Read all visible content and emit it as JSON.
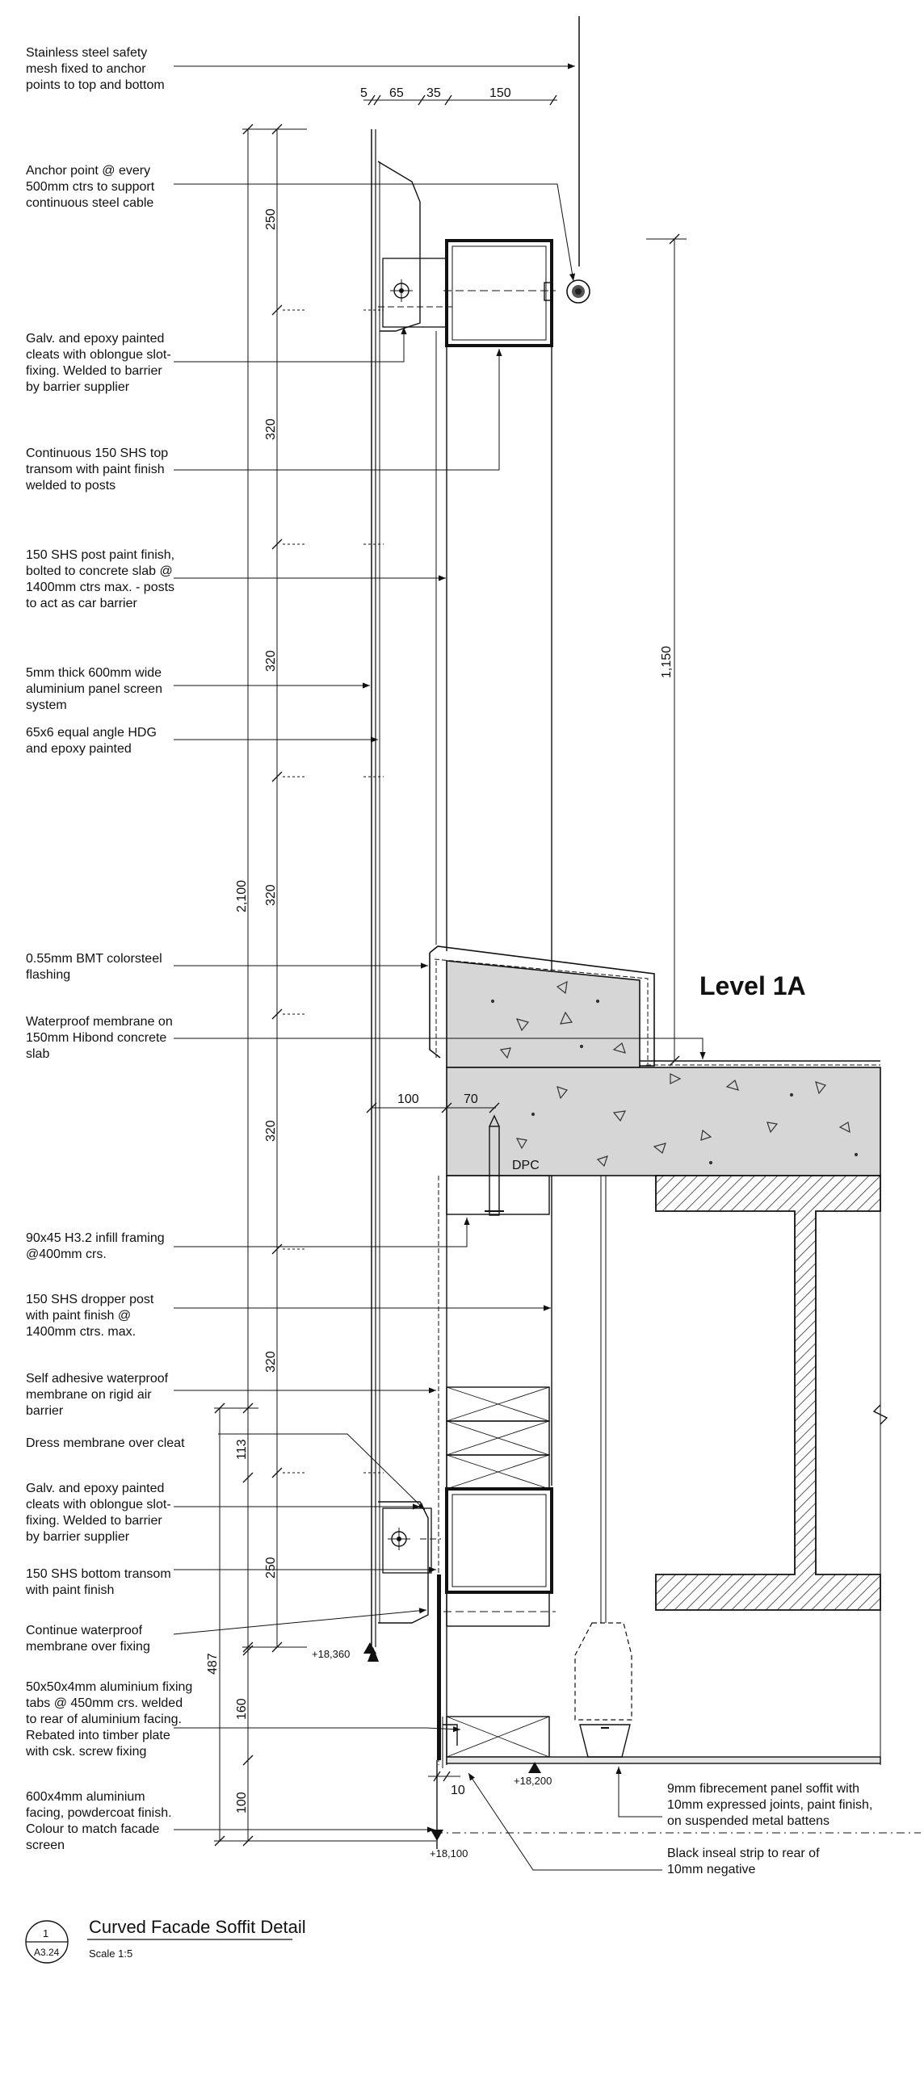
{
  "drawing": {
    "title": "Curved Facade Soffit Detail",
    "scale": "Scale   1:5",
    "detail_number": "1",
    "sheet_ref": "A3.24",
    "level_label": "Level 1A"
  },
  "annotations": [
    {
      "id": "safety-mesh",
      "lines": [
        "Stainless steel safety",
        "mesh fixed to anchor",
        "points to top and bottom"
      ]
    },
    {
      "id": "anchor-point",
      "lines": [
        "Anchor point @ every",
        "500mm ctrs to support",
        "continuous steel cable"
      ]
    },
    {
      "id": "top-cleats",
      "lines": [
        "Galv. and epoxy painted",
        "cleats with oblongue slot-",
        "fixing. Welded to barrier",
        "by barrier supplier"
      ]
    },
    {
      "id": "top-transom",
      "lines": [
        "Continuous 150 SHS top",
        "transom with paint finish",
        "welded to posts"
      ]
    },
    {
      "id": "post",
      "lines": [
        "150 SHS post paint finish,",
        "bolted to concrete slab @",
        "1400mm ctrs max. - posts",
        "to act as car barrier"
      ]
    },
    {
      "id": "panel-screen",
      "lines": [
        "5mm thick 600mm wide",
        "aluminium panel screen",
        "system"
      ]
    },
    {
      "id": "equal-angle",
      "lines": [
        "65x6 equal angle HDG",
        "and epoxy painted"
      ]
    },
    {
      "id": "flashing",
      "lines": [
        "0.55mm BMT colorsteel",
        "flashing"
      ]
    },
    {
      "id": "membrane-slab",
      "lines": [
        "Waterproof membrane on",
        "150mm Hibond concrete",
        "slab"
      ]
    },
    {
      "id": "infill-framing",
      "lines": [
        "90x45 H3.2 infill framing",
        "@400mm crs."
      ]
    },
    {
      "id": "dropper-post",
      "lines": [
        "150 SHS dropper post",
        "with paint finish @",
        "1400mm ctrs. max."
      ]
    },
    {
      "id": "self-adhesive",
      "lines": [
        "Self adhesive waterproof",
        "membrane on rigid air",
        "barrier"
      ]
    },
    {
      "id": "dress-membrane",
      "lines": [
        "Dress membrane over cleat"
      ]
    },
    {
      "id": "bottom-cleats",
      "lines": [
        "Galv. and epoxy painted",
        "cleats with oblongue slot-",
        "fixing. Welded to barrier",
        "by barrier supplier"
      ]
    },
    {
      "id": "bottom-transom",
      "lines": [
        "150 SHS bottom transom",
        "with paint finish"
      ]
    },
    {
      "id": "continue-membrane",
      "lines": [
        "Continue waterproof",
        "membrane over fixing"
      ]
    },
    {
      "id": "fixing-tabs",
      "lines": [
        "50x50x4mm aluminium fixing",
        "tabs @ 450mm crs. welded",
        "to rear of aluminium facing.",
        "Rebated into timber plate",
        "with csk. screw fixing"
      ]
    },
    {
      "id": "facing",
      "lines": [
        "600x4mm aluminium",
        "facing, powdercoat finish.",
        "Colour to match facade",
        "screen"
      ]
    },
    {
      "id": "soffit-panel",
      "lines": [
        "9mm fibrecement panel soffit with",
        "10mm expressed joints, paint finish,",
        "on suspended metal battens"
      ]
    },
    {
      "id": "inseal-strip",
      "lines": [
        "Black inseal strip to rear of",
        "10mm negative"
      ]
    }
  ],
  "dimensions": {
    "top": [
      "5",
      "65",
      "35",
      "150"
    ],
    "vertical_chain": [
      "250",
      "320",
      "320",
      "320",
      "320",
      "320",
      "250"
    ],
    "overall": "2,100",
    "barrier_height": "1,150",
    "lower_chain": [
      "113",
      "487",
      "160",
      "100"
    ],
    "slab": [
      "100",
      "70"
    ],
    "bottom": "10",
    "dpc": "DPC"
  },
  "levels": [
    "+18,360",
    "+18,200",
    "+18,100"
  ]
}
